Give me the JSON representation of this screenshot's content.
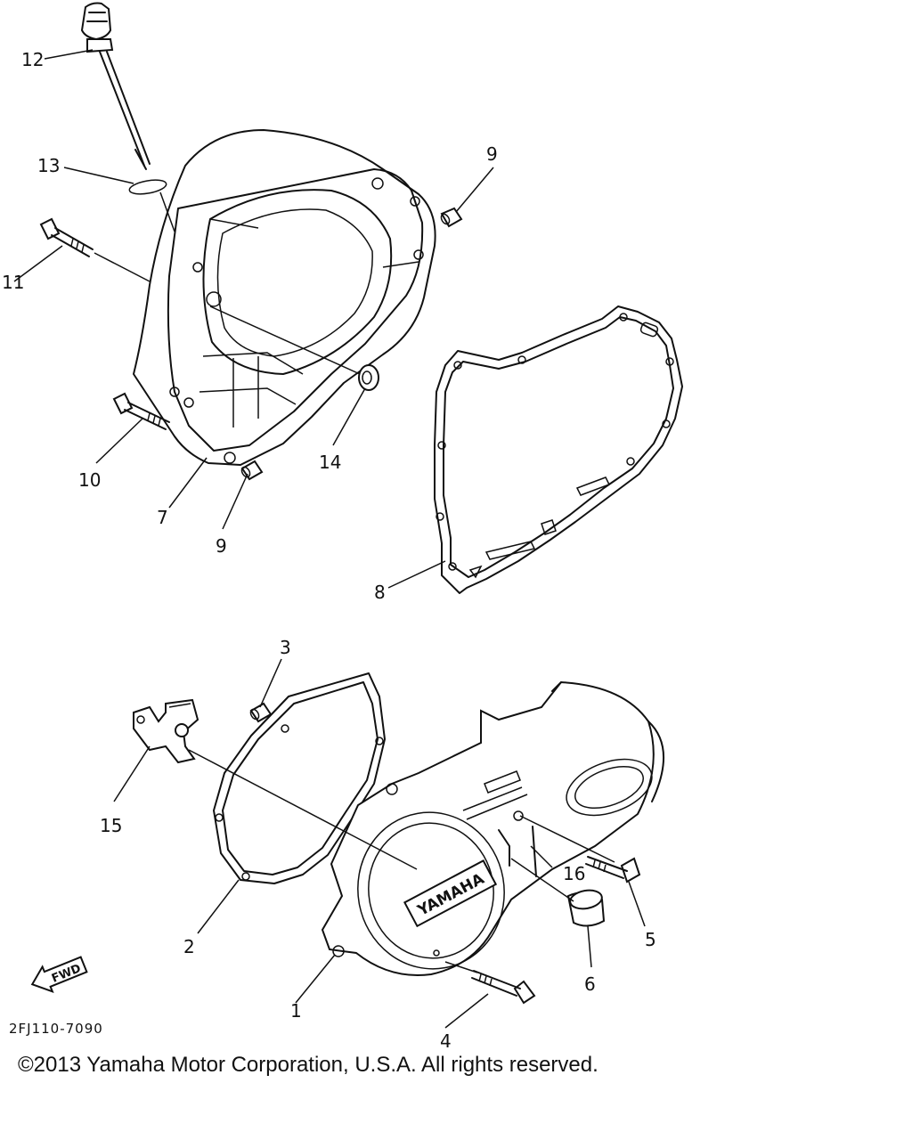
{
  "diagram": {
    "callouts": {
      "p1": "1",
      "p2": "2",
      "p3": "3",
      "p4": "4",
      "p5": "5",
      "p6": "6",
      "p7": "7",
      "p8": "8",
      "p9a": "9",
      "p9b": "9",
      "p10": "10",
      "p11": "11",
      "p12": "12",
      "p13": "13",
      "p14": "14",
      "p15": "15",
      "p16": "16"
    },
    "fwd_label": "FWD",
    "cover_logo": "YAMAHA",
    "drawing_code": "2FJ110-7090"
  },
  "footer": {
    "copyright": "©2013 Yamaha Motor Corporation, U.S.A. All rights reserved."
  }
}
